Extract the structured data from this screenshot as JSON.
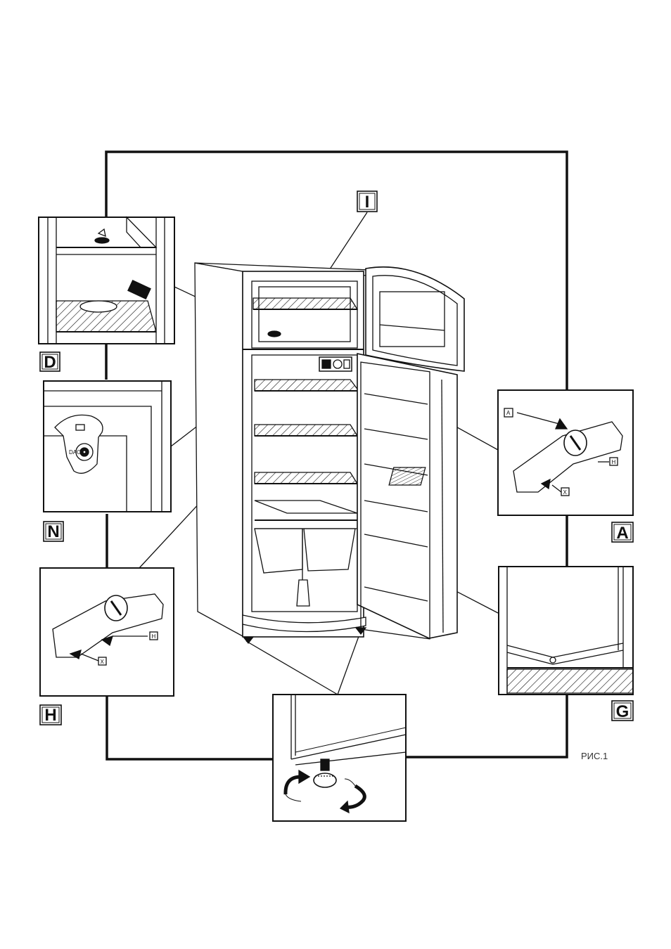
{
  "labels": {
    "I": "I",
    "D": "D",
    "N": "N",
    "H": "H",
    "A": "A",
    "G": "G"
  },
  "inset_tags": {
    "a_A": "A",
    "a_H": "H",
    "a_X": "X",
    "h_H": "H",
    "h_X": "X"
  },
  "caption": "РИС.1"
}
